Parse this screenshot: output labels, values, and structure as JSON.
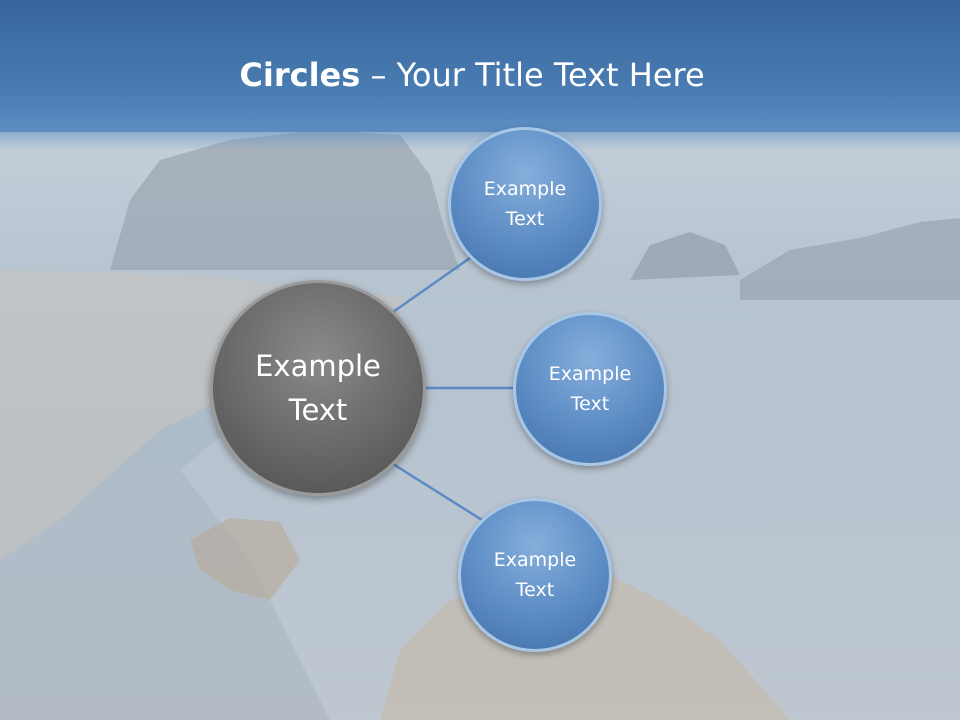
{
  "slide": {
    "title_bold": "Circles",
    "title_rest": " – Your Title Text Here"
  },
  "diagram": {
    "center": {
      "label": "Example\nText"
    },
    "satellites": [
      {
        "label": "Example\nText"
      },
      {
        "label": "Example\nText"
      },
      {
        "label": "Example\nText"
      }
    ]
  },
  "colors": {
    "header": "#4a7db3",
    "center_circle": "#6e6e6e",
    "satellite_circle": "#5f8fc6",
    "connector": "#5b8ac4",
    "title_text": "#ffffff"
  }
}
